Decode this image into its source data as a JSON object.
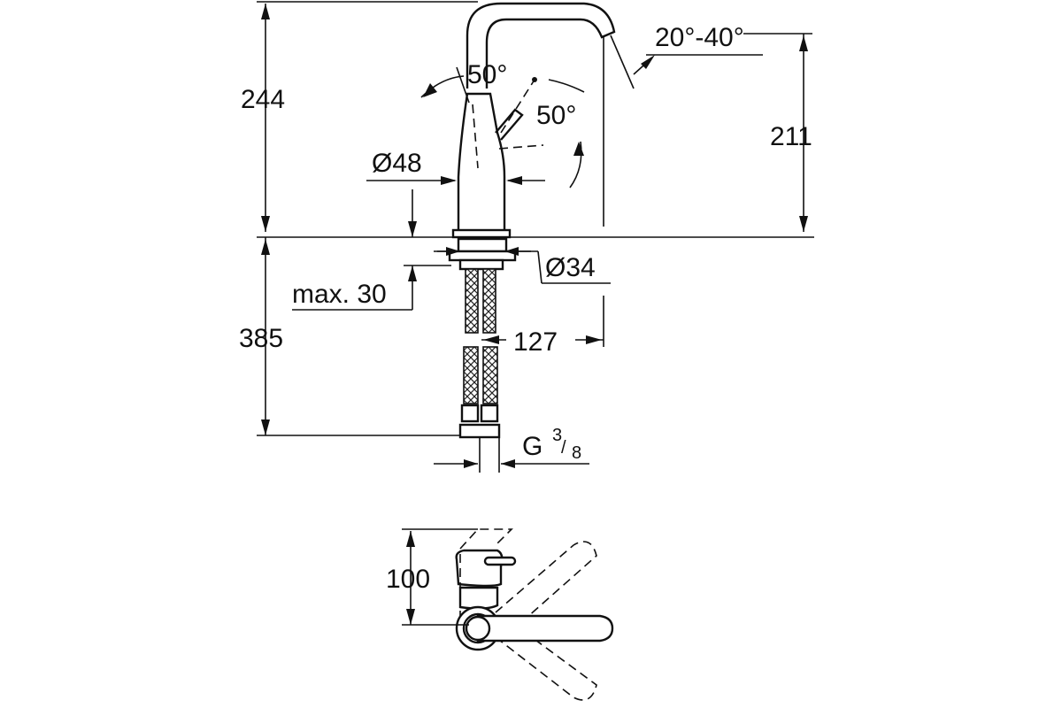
{
  "diagram": {
    "dimensions": {
      "total_height_above": "244",
      "spout_height": "211",
      "body_diameter": "Ø48",
      "handle_angle_top": "50°",
      "handle_angle_side": "50°",
      "spout_angle": "20°-40°",
      "thread_diameter": "Ø34",
      "max_deck_thickness": "max. 30",
      "hose_length": "385",
      "spout_reach": "127",
      "connection_thread_letter": "G",
      "connection_thread_num": "3",
      "connection_thread_den": "8",
      "top_view_depth": "100"
    }
  }
}
